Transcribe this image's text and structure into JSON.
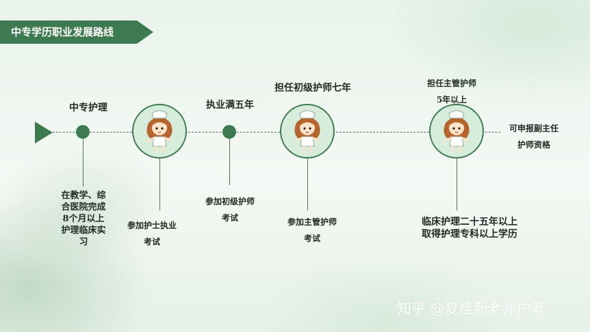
{
  "header": {
    "title": "中专学历职业发展路线"
  },
  "timeline": {
    "stage1_top": "中专护理",
    "stage1_bottom": [
      "在教学、综",
      "合医院完成",
      "8个月以上",
      "护理临床实",
      "习"
    ],
    "stage2_bottom": [
      "参加护士执业",
      "考试"
    ],
    "stage3_top": "执业满五年",
    "stage3_bottom": [
      "参加初级护师",
      "考试"
    ],
    "stage4_top": "担任初级护师七年",
    "stage4_bottom": [
      "参加主管护师",
      "考试"
    ],
    "stage5_top": [
      "担任主管护师",
      "5年以上"
    ],
    "stage5_bottom": [
      "临床护理二十五年以上",
      "取得护理专科以上学历"
    ],
    "end_label": [
      "可申报副主任",
      "护师资格"
    ]
  },
  "icons": {
    "nurse": "nurse-cartoon-icon",
    "start": "start-arrow-icon"
  },
  "colors": {
    "accent": "#3e7a4f",
    "circle_fill": "#d6eddb"
  },
  "watermark": "知乎 @夏桂新老师护考"
}
